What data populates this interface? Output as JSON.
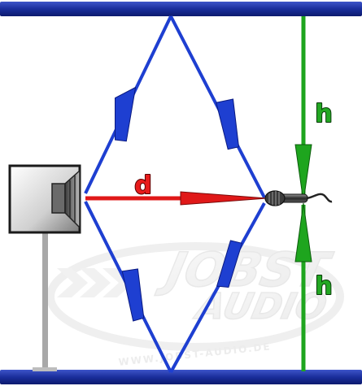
{
  "labels": {
    "distance": "d",
    "height_top": "h",
    "height_bottom": "h"
  },
  "watermark": {
    "logo_text_top": "JOBST",
    "logo_text_bottom": "AUDIO",
    "url": "WWW.JOBST-AUDIO.DE"
  },
  "colors": {
    "ceiling_floor": "#1a2e9c",
    "reflection_path": "#1e3fd1",
    "direct_path": "#e01818",
    "height_arrows": "#1ea51e",
    "label_fill_red": "#e81c1c",
    "label_fill_green": "#23a823",
    "speaker_frame": "#1a1a1a",
    "speaker_stand": "#a8a8a8"
  },
  "icons": {
    "speaker": "loudspeaker-icon",
    "microphone": "microphone-icon"
  }
}
